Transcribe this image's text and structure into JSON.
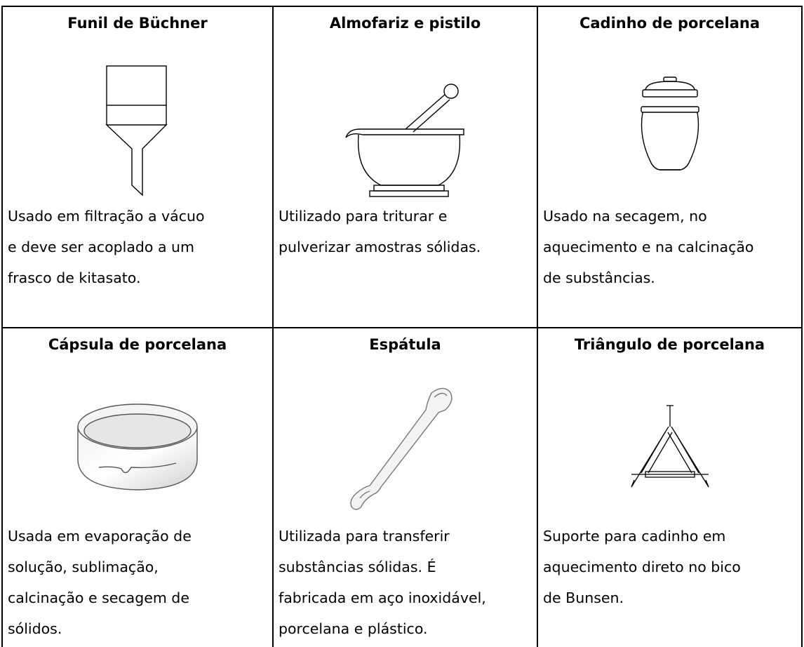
{
  "table": {
    "rows": [
      {
        "cells": [
          {
            "title": "Funil de Büchner",
            "icon": "buchner-funnel-icon",
            "description": "Usado em filtração a vácuo\ne deve ser acoplado a um\nfrasco de kitasato."
          },
          {
            "title": "Almofariz e pistilo",
            "icon": "mortar-and-pestle-icon",
            "description": "Utilizado para triturar e\npulverizar amostras sólidas."
          },
          {
            "title": "Cadinho de porcelana",
            "icon": "porcelain-crucible-icon",
            "description": "Usado na secagem, no\naquecimento e na calcinação\nde substâncias."
          }
        ]
      },
      {
        "cells": [
          {
            "title": "Cápsula de porcelana",
            "icon": "evaporating-dish-icon",
            "description": "Usada em evaporação de\nsolução, sublimação,\ncalcinação e secagem de\nsólidos."
          },
          {
            "title": "Espátula",
            "icon": "spatula-icon",
            "description": "Utilizada para transferir\nsubstâncias sólidas. É\nfabricada em aço inoxidável,\nporcelana e plástico."
          },
          {
            "title": "Triângulo de porcelana",
            "icon": "clay-triangle-icon",
            "description": "Suporte para cadinho em\naquecimento direto no bico\nde Bunsen."
          }
        ]
      }
    ]
  }
}
